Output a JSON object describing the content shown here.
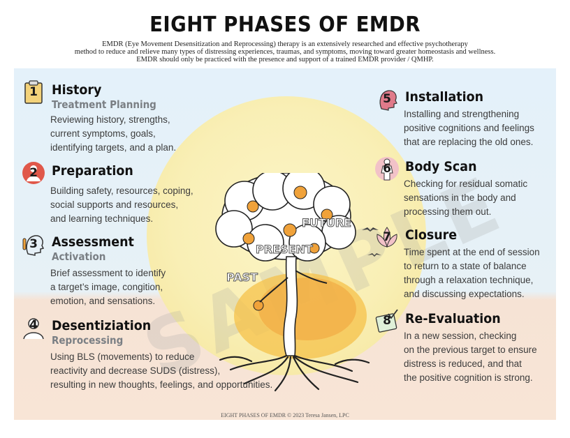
{
  "title": "EIGHT PHASES OF EMDR",
  "subtitle_lines": [
    "EMDR (Eye Movement Desensitization and Reprocessing) therapy is an extensively researched and effective psychotherapy",
    "method to reduce and relieve many types of distressing experiences, traumas, and symptoms, moving toward greater homeostasis and wellness.",
    "EMDR should only be practiced with the presence and support of a trained EMDR provider / QMHP."
  ],
  "watermark": "SAMPLE",
  "tree_labels": {
    "future": "FUTURE",
    "present": "PRESENT",
    "past": "PAST"
  },
  "phases": [
    {
      "number": "1",
      "title": "History",
      "subtitle": "Treatment Planning",
      "icon": "clipboard-icon",
      "description": [
        "Reviewing history, strengths,",
        "current symptoms, goals,",
        "identifying targets, and a plan."
      ]
    },
    {
      "number": "2",
      "title": "Preparation",
      "subtitle": "",
      "icon": "person-icon",
      "description": [
        "Building safety, resources, coping,",
        "social supports and resources,",
        "and learning techniques."
      ]
    },
    {
      "number": "3",
      "title": "Assessment",
      "subtitle": "Activation",
      "icon": "head-profile-icon",
      "description": [
        "Brief assessment to identify",
        "a target’s image, congition,",
        "emotion, and sensations."
      ]
    },
    {
      "number": "4",
      "title": "Desentiziation",
      "subtitle": "Reprocessing",
      "icon": "person-outline-icon",
      "description": [
        "Using BLS (movements) to reduce",
        "reactivity and decrease SUDS (distress),",
        "resulting in new thoughts, feelings, and opportunities."
      ]
    },
    {
      "number": "5",
      "title": "Installation",
      "subtitle": "",
      "icon": "head-profile-icon",
      "description": [
        "Installing and strengthening",
        "positive cognitions and feelings",
        "that are replacing the old ones."
      ]
    },
    {
      "number": "6",
      "title": "Body Scan",
      "subtitle": "",
      "icon": "body-icon",
      "description": [
        "Checking for residual somatic",
        "sensations in the body and",
        "processing them out."
      ]
    },
    {
      "number": "7",
      "title": "Closure",
      "subtitle": "",
      "icon": "lotus-icon",
      "description": [
        "Time spent at the end of session",
        "to return to a state of balance",
        "through a relaxation technique,",
        "and discussing expectations."
      ]
    },
    {
      "number": "8",
      "title": "Re-Evaluation",
      "subtitle": "",
      "icon": "checklist-icon",
      "description": [
        "In a new session, checking",
        "on the previous target to ensure",
        "distress is reduced, and that",
        "the positive cognition is strong."
      ]
    }
  ],
  "colors": {
    "sky": "#e4f1fa",
    "ground": "#f8e5d6",
    "sun": "#f9efb5",
    "orange_fruit": "#f0a23a",
    "badge_red": "#e0584a",
    "badge_pink": "#e07a8a",
    "subtitle_gray": "#7a7f84"
  },
  "footer": "EIGHT PHASES OF EMDR © 2023 Teresa Jansen, LPC"
}
